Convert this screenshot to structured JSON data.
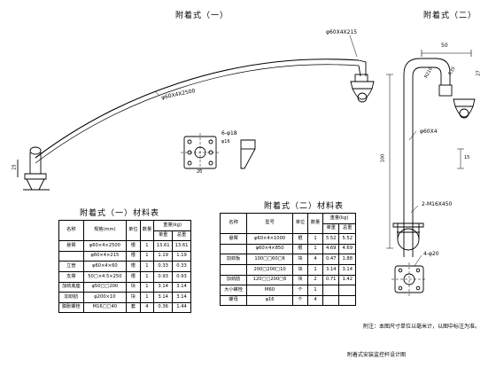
{
  "drawing": {
    "title_attach1": "附着式（一）",
    "title_attach2": "附着式（二）",
    "dims": {
      "pipe_top1": "φ60X4X215",
      "arm_main": "φ60X4X2500",
      "bolt_holes": "6-φ18",
      "flange_dim": "φ16",
      "flange_center": "20",
      "dim_50": "50",
      "dim_r210": "R210",
      "dim_r35": "R35",
      "dim_27": "27",
      "pipe2": "φ60X4",
      "dim_100": "100",
      "dim_15": "15",
      "bolt_u": "2-M16X450",
      "dim_phi20": "4-φ20",
      "dim_25": "25"
    },
    "table1": {
      "title": "附着式（一）材料表",
      "header": [
        "名称",
        "规格(mm)",
        "单位",
        "数量",
        "单重",
        "总重"
      ],
      "weight_header": "重量(kg)",
      "rows": [
        [
          "悬臂",
          "φ60×4×2500",
          "根",
          "1",
          "13.61",
          "13.61"
        ],
        [
          "",
          "φ60×4×215",
          "根",
          "1",
          "1.19",
          "1.19"
        ],
        [
          "立管",
          "φ60×4×60",
          "根",
          "1",
          "0.33",
          "0.33"
        ],
        [
          "支撑",
          "50□×4.5×250",
          "根",
          "1",
          "0.93",
          "0.93"
        ],
        [
          "加劲底座",
          "φ50□□200",
          "块",
          "1",
          "3.14",
          "3.14"
        ],
        [
          "加劲肋",
          "φ200×10",
          "块",
          "1",
          "3.14",
          "3.14"
        ],
        [
          "膨胀螺栓",
          "M16□□40",
          "套",
          "4",
          "0.36",
          "1.44"
        ]
      ]
    },
    "table2": {
      "title": "附着式（二）材料表",
      "header": [
        "名称",
        "型号",
        "单位",
        "数量",
        "单重",
        "总重"
      ],
      "weight_header": "重量(kg)",
      "rows": [
        [
          "悬臂",
          "φ60×4×1000",
          "根",
          "1",
          "5.52",
          "5.52"
        ],
        [
          "",
          "φ60×4×850",
          "根",
          "1",
          "4.69",
          "4.69"
        ],
        [
          "加劲板",
          "100□□60□6",
          "块",
          "4",
          "0.47",
          "1.88"
        ],
        [
          "",
          "200□200□10",
          "块",
          "1",
          "3.14",
          "3.14"
        ],
        [
          "加劲肋",
          "120□□200□6",
          "块",
          "2",
          "0.71",
          "1.42"
        ],
        [
          "大小螺栓",
          "M60",
          "个",
          "1",
          "",
          ""
        ],
        [
          "螺母",
          "φ16",
          "个",
          "4",
          "",
          ""
        ]
      ]
    },
    "note": "附注：本图尺寸单位以毫米计，以图中标注为准。",
    "caption": "附着式安装监控杆设计图"
  }
}
